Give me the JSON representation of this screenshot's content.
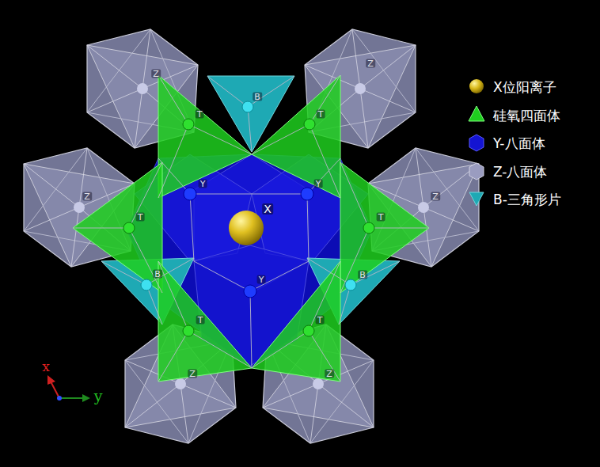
{
  "diagram": {
    "labels": [
      "Z",
      "B",
      "Z",
      "T",
      "T",
      "Y",
      "Y",
      "Z",
      "Z",
      "T",
      "X",
      "T",
      "B",
      "Y",
      "B",
      "T",
      "T",
      "x",
      "Z",
      "Z",
      "y"
    ],
    "legend": [
      {
        "text": "X位阳离子"
      },
      {
        "text": "硅氧四面体"
      },
      {
        "text": "Y-八面体"
      },
      {
        "text": "Z-八面体"
      },
      {
        "text": "B-三角形片"
      }
    ]
  }
}
